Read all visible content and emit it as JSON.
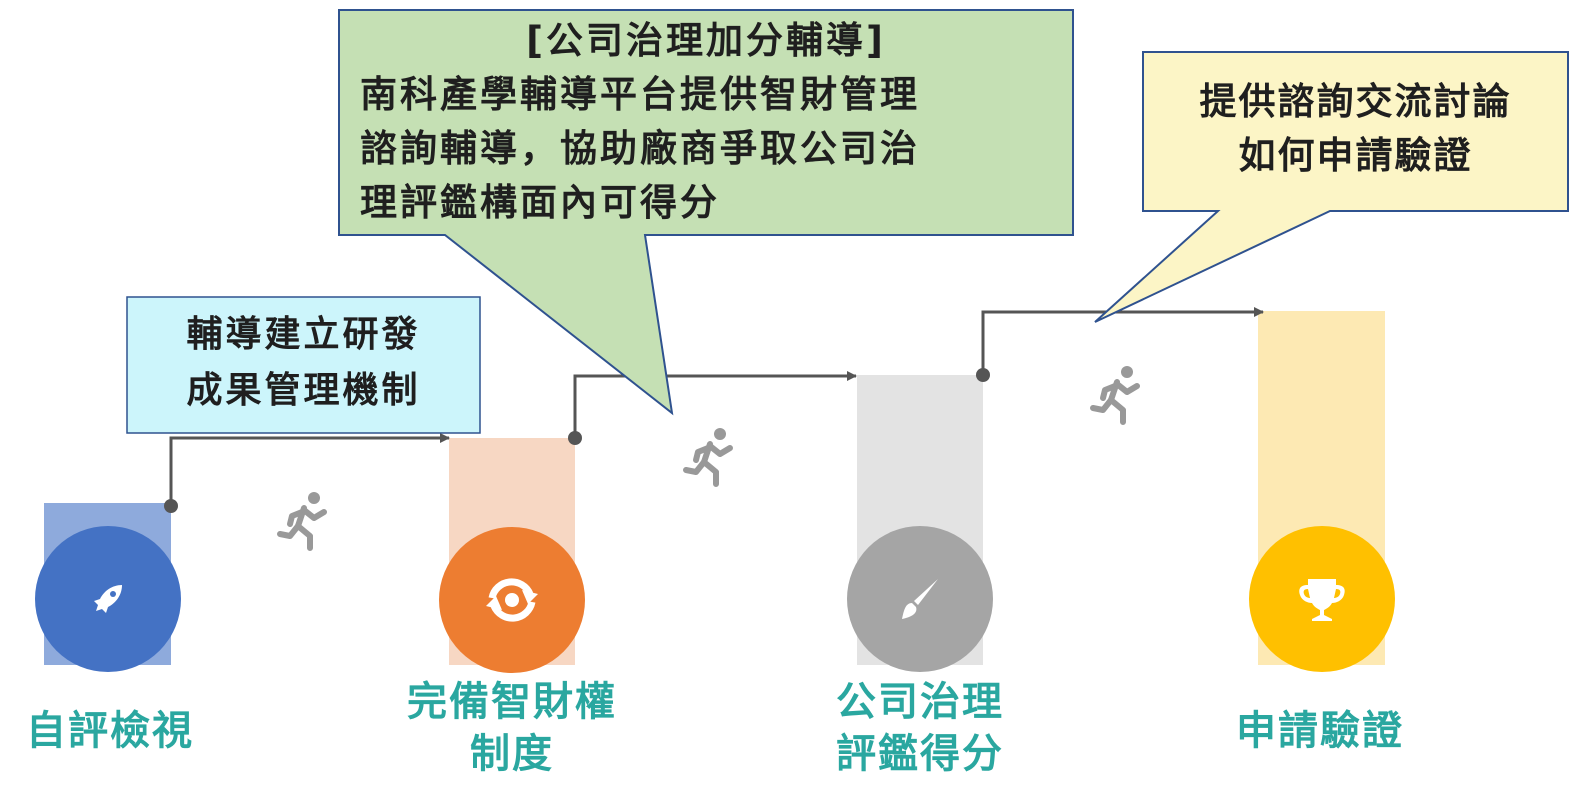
{
  "steps": [
    {
      "label_line1": "自評檢視",
      "label_line2": "",
      "icon": "rocket-icon",
      "color": "#4472c4",
      "bar_color": "#8eaadc"
    },
    {
      "label_line1": "完備智財權",
      "label_line2": "制度",
      "icon": "cycle-icon",
      "color": "#ed7d31",
      "bar_color": "#f7d7c3"
    },
    {
      "label_line1": "公司治理",
      "label_line2": "評鑑得分",
      "icon": "paintbrush-icon",
      "color": "#a5a5a5",
      "bar_color": "#e3e3e3"
    },
    {
      "label_line1": "申請驗證",
      "label_line2": "",
      "icon": "trophy-icon",
      "color": "#ffc000",
      "bar_color": "#fde9b3"
    }
  ],
  "callouts": {
    "rnd": {
      "line1": "輔導建立研發",
      "line2": "成果管理機制",
      "fill": "#ccf5fb"
    },
    "governance": {
      "line1": "[公司治理加分輔導]",
      "line2": "南科產學輔導平台提供智財管理",
      "line3": "諮詢輔導，協助廠商爭取公司治",
      "line4": "理評鑑構面內可得分",
      "fill": "#c5e0b4"
    },
    "consult": {
      "line1": "提供諮詢交流討論",
      "line2": "如何申請驗證",
      "fill": "#fcf5c6"
    }
  },
  "runner_icon": "runner-icon"
}
